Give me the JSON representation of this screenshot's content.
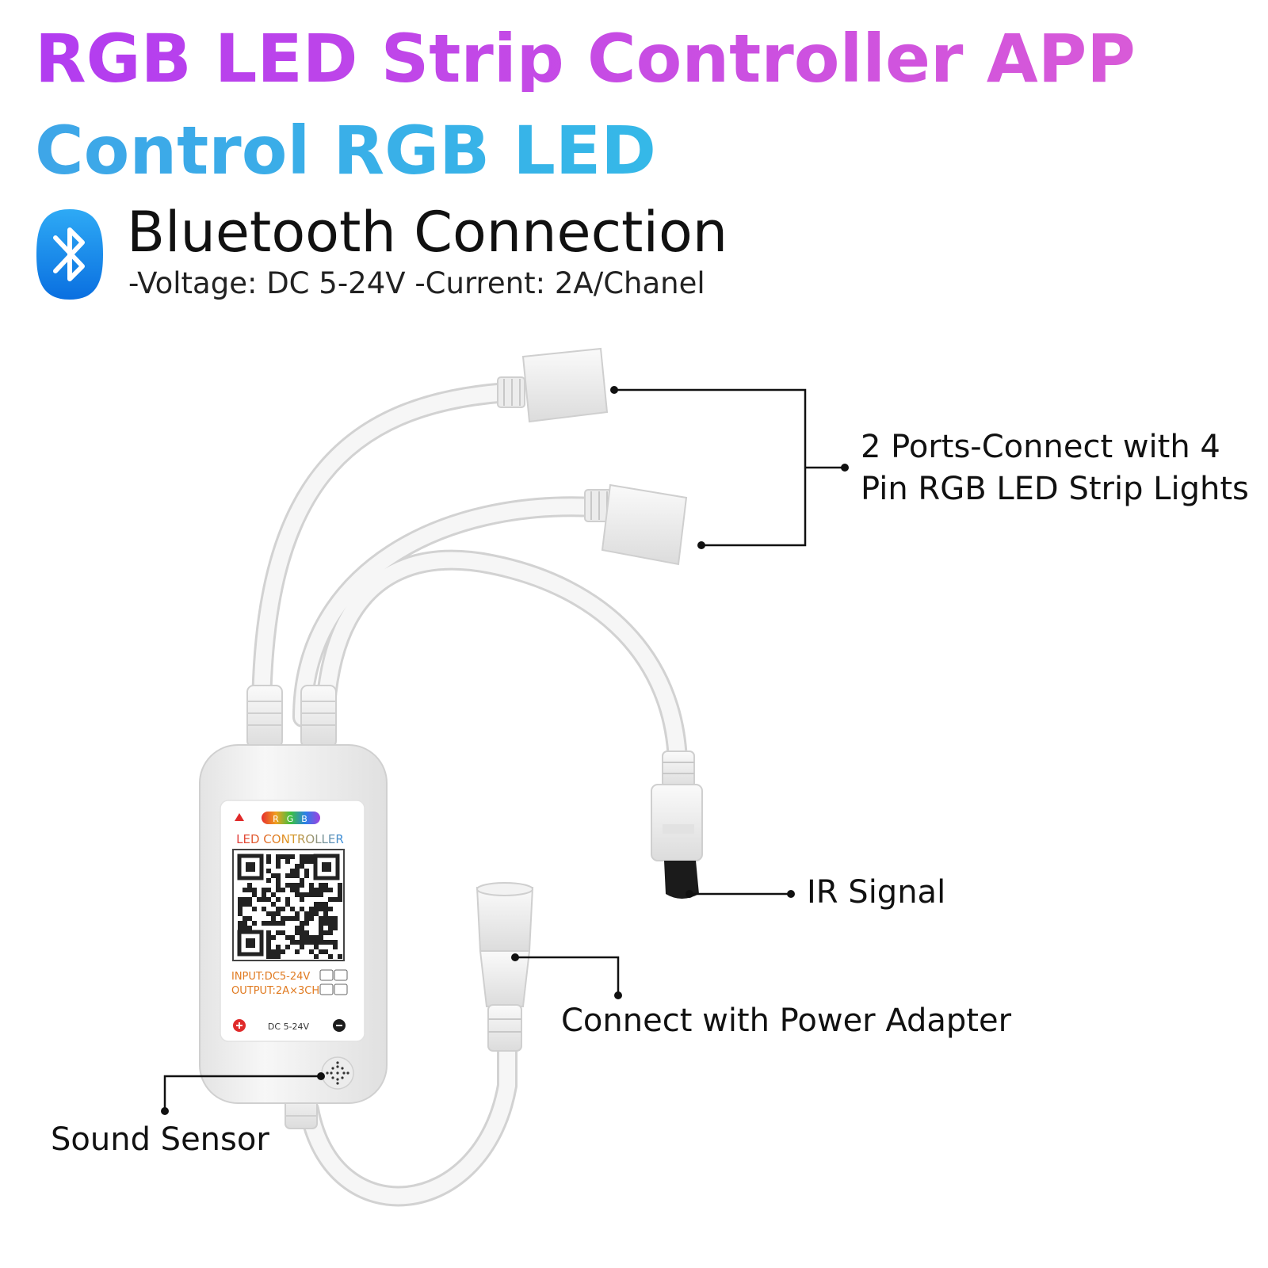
{
  "title_line1": "RGB LED Strip Controller APP",
  "title_line2": "Control RGB LED",
  "bluetooth": {
    "icon": "bluetooth-icon",
    "heading": "Bluetooth Connection",
    "specs": "-Voltage: DC 5-24V  -Current: 2A/Chanel"
  },
  "callouts": {
    "ports_line1": "2 Ports-Connect with 4",
    "ports_line2": "Pin RGB LED Strip Lights",
    "ir": "IR Signal",
    "power": "Connect with Power Adapter",
    "sound": "Sound Sensor"
  },
  "device_label": {
    "rgb_r": "R",
    "rgb_g": "G",
    "rgb_b": "B",
    "name": "LED CONTROLLER",
    "input": "INPUT:DC5-24V",
    "output": "OUTPUT:2A×3CH",
    "dc": "DC 5-24V"
  },
  "colors": {
    "title1": "#c44ae6",
    "title2": "#3ab0e8",
    "bluetooth_blue": "#1a8cf0"
  }
}
